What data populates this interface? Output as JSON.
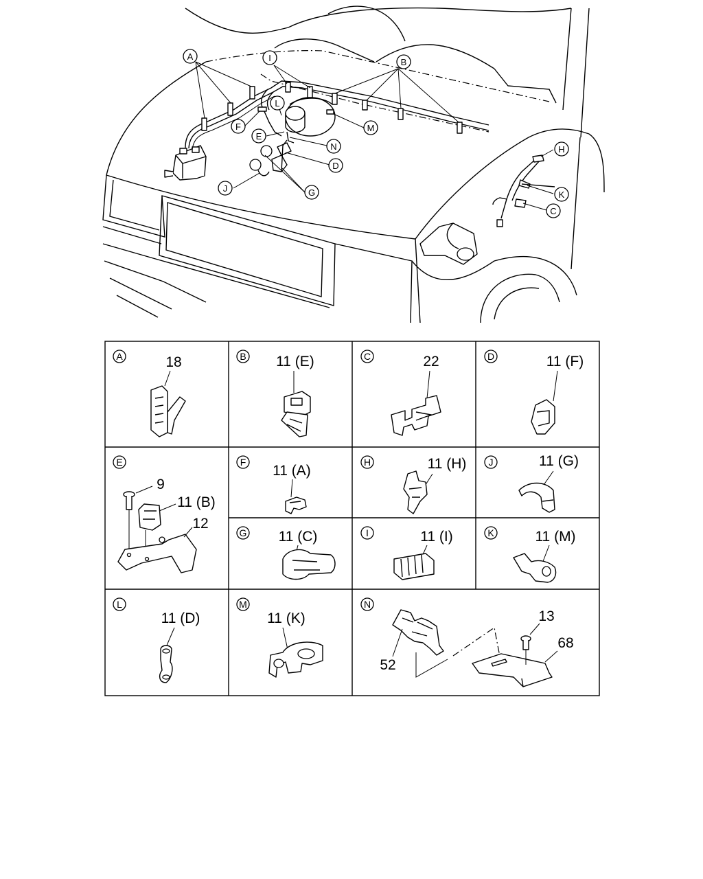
{
  "callouts": {
    "A": "A",
    "B": "B",
    "C": "C",
    "D": "D",
    "E": "E",
    "F": "F",
    "G": "G",
    "H": "H",
    "I": "I",
    "J": "J",
    "K": "K",
    "L": "L",
    "M": "M",
    "N": "N"
  },
  "grid": {
    "cells": [
      {
        "letter": "A",
        "labels": [
          "18"
        ]
      },
      {
        "letter": "B",
        "labels": [
          "11 (E)"
        ]
      },
      {
        "letter": "C",
        "labels": [
          "22"
        ]
      },
      {
        "letter": "D",
        "labels": [
          "11 (F)"
        ]
      },
      {
        "letter": "E",
        "labels": [
          "9",
          "11 (B)",
          "12"
        ]
      },
      {
        "letter": "F",
        "labels": [
          "11 (A)"
        ]
      },
      {
        "letter": "H",
        "labels": [
          "11 (H)"
        ]
      },
      {
        "letter": "J",
        "labels": [
          "11 (G)"
        ]
      },
      {
        "letter": "G",
        "labels": [
          "11 (C)"
        ]
      },
      {
        "letter": "I",
        "labels": [
          "11 (I)"
        ]
      },
      {
        "letter": "K",
        "labels": [
          "11 (M)"
        ]
      },
      {
        "letter": "L",
        "labels": [
          "11 (D)"
        ]
      },
      {
        "letter": "M",
        "labels": [
          "11 (K)"
        ]
      },
      {
        "letter": "N",
        "labels": [
          "52",
          "13",
          "68"
        ]
      }
    ]
  }
}
